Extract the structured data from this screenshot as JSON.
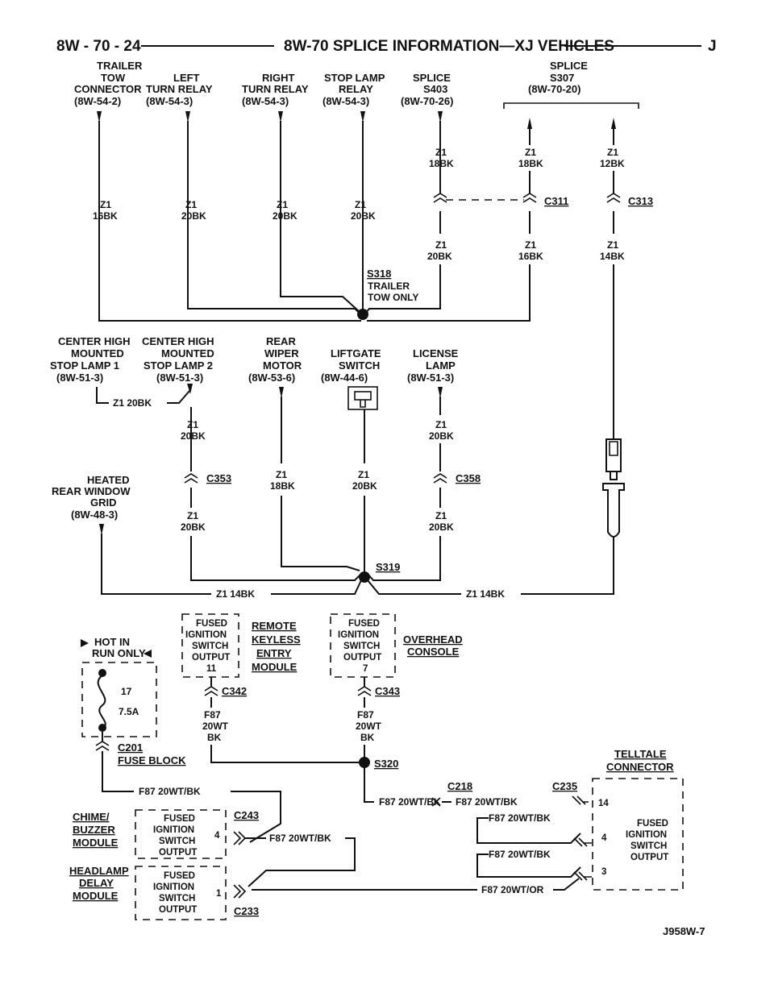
{
  "header": {
    "page_number": "8W - 70 - 24",
    "title": "8W-70 SPLICE INFORMATION—XJ VEHICLES",
    "letter": "J"
  },
  "top_section": {
    "components": [
      {
        "lines": [
          "TRAILER",
          "TOW",
          "CONNECTOR",
          "(8W-54-2)"
        ]
      },
      {
        "lines": [
          "LEFT",
          "TURN RELAY",
          "(8W-54-3)"
        ]
      },
      {
        "lines": [
          "RIGHT",
          "TURN RELAY",
          "(8W-54-3)"
        ]
      },
      {
        "lines": [
          "STOP LAMP",
          "RELAY",
          "(8W-54-3)"
        ]
      },
      {
        "lines": [
          "SPLICE",
          "S403",
          "(8W-70-26)"
        ]
      },
      {
        "lines": [
          "SPLICE",
          "S307",
          "(8W-70-20)"
        ]
      }
    ],
    "wires": {
      "trailer_tow": [
        "Z1",
        "16BK"
      ],
      "left_turn": [
        "Z1",
        "20BK"
      ],
      "right_turn": [
        "Z1",
        "20BK"
      ],
      "stop_lamp": [
        "Z1",
        "20BK"
      ],
      "s403_upper": [
        "Z1",
        "18BK"
      ],
      "s403_lower": [
        "Z1",
        "20BK"
      ],
      "s307_mid_upper": [
        "Z1",
        "18BK"
      ],
      "s307_mid_lower": [
        "Z1",
        "16BK"
      ],
      "s307_right_upper": [
        "Z1",
        "12BK"
      ],
      "s307_right_lower": [
        "Z1",
        "14BK"
      ]
    },
    "connectors": [
      "C311",
      "C313"
    ],
    "splice": "S318",
    "splice_note": [
      "TRAILER",
      "TOW ONLY"
    ]
  },
  "middle_section": {
    "components": [
      {
        "lines": [
          "CENTER HIGH",
          "MOUNTED",
          "STOP LAMP 1",
          "(8W-51-3)"
        ]
      },
      {
        "lines": [
          "CENTER HIGH",
          "MOUNTED",
          "STOP LAMP 2",
          "(8W-51-3)"
        ]
      },
      {
        "lines": [
          "REAR",
          "WIPER",
          "MOTOR",
          "(8W-53-6)"
        ]
      },
      {
        "lines": [
          "LIFTGATE",
          "SWITCH",
          "(8W-44-6)"
        ]
      },
      {
        "lines": [
          "LICENSE",
          "LAMP",
          "(8W-51-3)"
        ]
      },
      {
        "lines": [
          "HEATED",
          "REAR WINDOW",
          "GRID",
          "(8W-48-3)"
        ]
      }
    ],
    "wires": {
      "chmsl_jumper": "Z1 20BK",
      "chmsl_upper": [
        "Z1",
        "20BK"
      ],
      "chmsl_lower": [
        "Z1",
        "20BK"
      ],
      "wiper": [
        "Z1",
        "18BK"
      ],
      "liftgate": [
        "Z1",
        "20BK"
      ],
      "license_upper": [
        "Z1",
        "20BK"
      ],
      "license_lower": [
        "Z1",
        "20BK"
      ],
      "grid_run": "Z1 14BK",
      "right_run": "Z1 14BK"
    },
    "connectors": [
      "C353",
      "C358"
    ],
    "splice": "S319"
  },
  "bottom_section": {
    "hot_label": [
      "HOT IN",
      "RUN ONLY"
    ],
    "fuse": {
      "number": "17",
      "rating": "7.5A"
    },
    "fuse_connector": "C201",
    "fuse_block": "FUSE BLOCK",
    "fused_box_11": [
      "FUSED",
      "IGNITION",
      "SWITCH",
      "OUTPUT",
      "11"
    ],
    "remote_module": [
      "REMOTE",
      "KEYLESS",
      "ENTRY",
      "MODULE"
    ],
    "fused_box_7": [
      "FUSED",
      "IGNITION",
      "SWITCH",
      "OUTPUT",
      "7"
    ],
    "overhead": [
      "OVERHEAD",
      "CONSOLE"
    ],
    "connectors": {
      "c342": "C342",
      "c343": "C343",
      "c218": "C218",
      "c235": "C235",
      "c243": "C243",
      "c233": "C233"
    },
    "wires": {
      "f87_20wt_bk": [
        "F87",
        "20WT",
        "BK"
      ],
      "f87_20wt_bk_2": [
        "F87",
        "20WT",
        "BK"
      ],
      "feed": "F87 20WT/BK",
      "c218_left": "F87 20WT/BK",
      "c218_right": "F87 20WT/BK",
      "mid_1": "F87 20WT/BK",
      "mid_2": "F87 20WT/BK",
      "c243_wire": "F87 20WT/BK",
      "or_wire": "F87 20WT/OR"
    },
    "splice": "S320",
    "chime": [
      "CHIME/",
      "BUZZER",
      "MODULE"
    ],
    "chime_box": [
      "FUSED",
      "IGNITION",
      "SWITCH",
      "OUTPUT"
    ],
    "chime_pin": "4",
    "headlamp": [
      "HEADLAMP",
      "DELAY",
      "MODULE"
    ],
    "headlamp_box": [
      "FUSED",
      "IGNITION",
      "SWITCH",
      "OUTPUT"
    ],
    "headlamp_pin": "1",
    "telltale": [
      "TELLTALE",
      "CONNECTOR"
    ],
    "telltale_box": [
      "FUSED",
      "IGNITION",
      "SWITCH",
      "OUTPUT"
    ],
    "telltale_pins": [
      "14",
      "4",
      "3"
    ]
  },
  "footer": {
    "code": "J958W-7"
  }
}
